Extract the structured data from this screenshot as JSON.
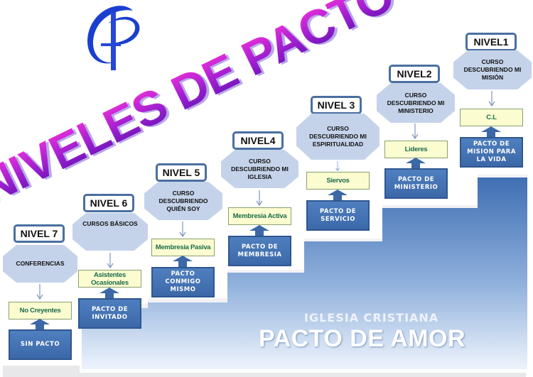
{
  "title": "NIVELES DE PACTO",
  "logo": {
    "text": "CP",
    "color": "#1a3fd0"
  },
  "colors": {
    "title": "#b01fd0",
    "stairs": "#4f7fbf",
    "octagon": "#c5d3ea",
    "covenant_box": "#3c68a8",
    "state_box": "#fbfdd0",
    "state_text": "#1c6b4a"
  },
  "levels": [
    {
      "label": "NIVEL 7",
      "course": "CONFERENCIAS",
      "state": "No Creyentes",
      "covenant": "SIN PACTO"
    },
    {
      "label": "NIVEL 6",
      "course": "CURSOS BÁSICOS",
      "state": "Asistentes Ocasionales",
      "covenant": "PACTO DE INVITADO"
    },
    {
      "label": "NIVEL 5",
      "course": "CURSO DESCUBRIENDO QUIÉN SOY",
      "state": "Membresia Pasiva",
      "covenant": "PACTO CONMIGO MISMO"
    },
    {
      "label": "NIVEL4",
      "course": "CURSO DESCUBRIENDO MI IGLESIA",
      "state": "Membresia Activa",
      "covenant": "PACTO DE MEMBRESIA"
    },
    {
      "label": "NIVEL 3",
      "course": "CURSO DESCUBRIENDO MI ESPIRITUALIDAD",
      "state": "Siervos",
      "covenant": "PACTO DE SERVICIO"
    },
    {
      "label": "NIVEL2",
      "course": "CURSO DESCUBRIENDO MI MINISTERIO",
      "state": "Lideres",
      "covenant": "PACTO DE MINISTERIO"
    },
    {
      "label": "NIVEL1",
      "course": "CURSO DESCUBRIENDO MI MISIÓN",
      "state": "C.L",
      "covenant": "PACTO DE MISION PARA LA VIDA"
    }
  ],
  "church": {
    "line1": "IGLESIA CRISTIANA",
    "line2": "PACTO DE AMOR"
  }
}
